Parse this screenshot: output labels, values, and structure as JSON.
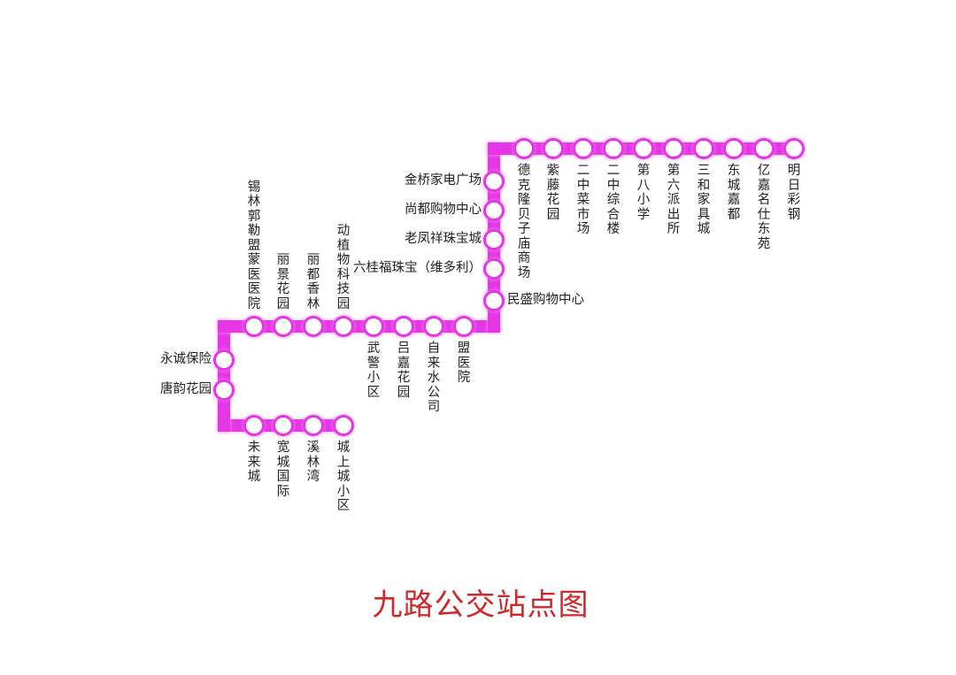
{
  "title": "九路公交站点图",
  "colors": {
    "line": "#e536e6",
    "title": "#d0282a"
  },
  "stations": [
    "城上城小区",
    "溪林湾",
    "宽城国际",
    "未来城",
    "唐韵花园",
    "永诚保险",
    "锡林郭勒盟蒙医医院",
    "丽景花园",
    "丽都香林",
    "动植物科技园",
    "武警小区",
    "吕嘉花园",
    "自来水公司",
    "盟医院",
    "民盛购物中心",
    "六桂福珠宝（维多利）",
    "老凤祥珠宝城",
    "尚都购物中心",
    "金桥家电广场",
    "德克隆贝子庙商场",
    "紫藤花园",
    "二中菜市场",
    "二中综合楼",
    "第八小学",
    "第六派出所",
    "三和家具城",
    "东城嘉都",
    "亿嘉名仕东苑",
    "明日彩钢"
  ]
}
